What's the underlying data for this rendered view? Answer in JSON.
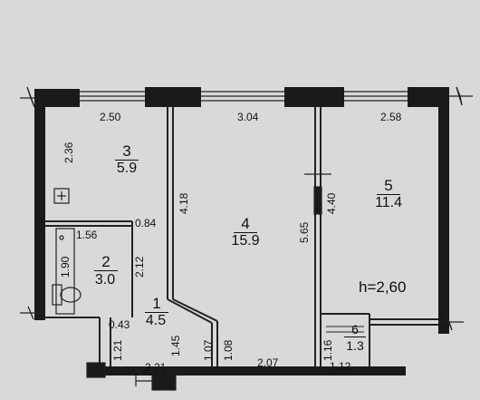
{
  "plan": {
    "ceiling_height": "h=2,60",
    "colors": {
      "background": "#d8dad8",
      "wall": "#1a1a1a",
      "line": "#222222"
    },
    "rooms": [
      {
        "number": "3",
        "area": "5.9"
      },
      {
        "number": "2",
        "area": "3.0"
      },
      {
        "number": "1",
        "area": "4.5"
      },
      {
        "number": "4",
        "area": "15.9"
      },
      {
        "number": "5",
        "area": "11.4"
      },
      {
        "number": "6",
        "area": "1.3"
      }
    ],
    "dimensions": {
      "d_2_50": "2.50",
      "d_3_04": "3.04",
      "d_2_58": "2.58",
      "d_2_36": "2.36",
      "d_4_18": "4.18",
      "d_4_40": "4.40",
      "d_5_65": "5.65",
      "d_0_84": "0.84",
      "d_1_56": "1.56",
      "d_1_90": "1.90",
      "d_2_12": "2.12",
      "d_0_43": "0.43",
      "d_1_21": "1.21",
      "d_1_45": "1.45",
      "d_1_07": "1.07",
      "d_1_08": "1.08",
      "d_1_16": "1.16",
      "d_2_21": "2.21",
      "d_2_07": "2.07",
      "d_1_12": "1.12"
    }
  }
}
